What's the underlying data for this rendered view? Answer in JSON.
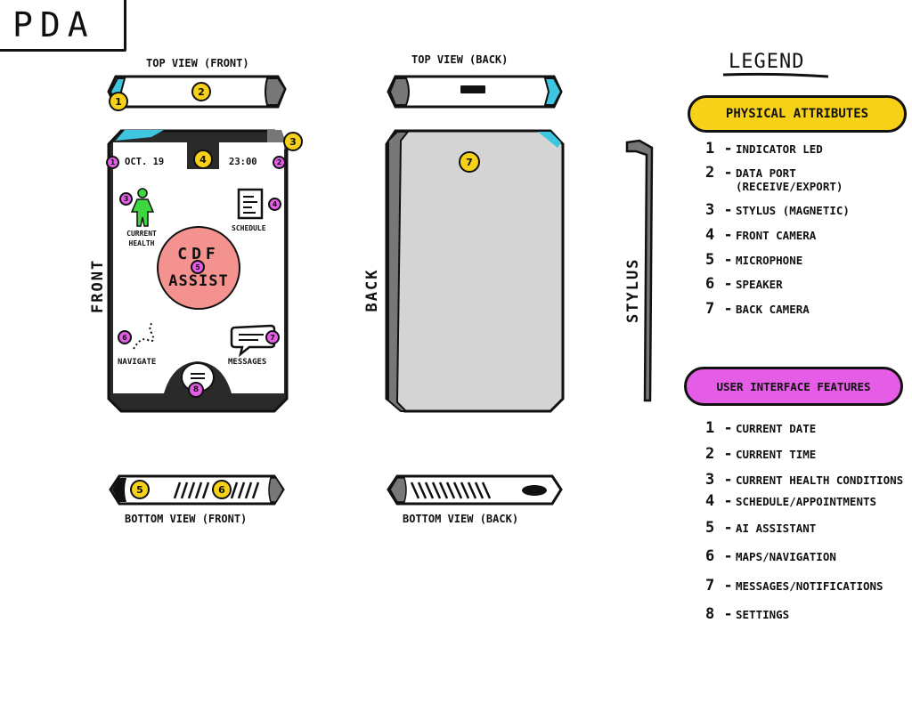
{
  "title": "PDA",
  "views": {
    "top_front": "Top view (front)",
    "top_back": "Top view (back)",
    "bottom_front": "Bottom view (front)",
    "bottom_back": "Bottom view (back)",
    "front": "Front",
    "back": "Back",
    "stylus": "Stylus"
  },
  "screen": {
    "date": "Oct. 19",
    "time": "23:00",
    "health": "Current health",
    "schedule": "Schedule",
    "assist_line1": "CDF",
    "assist_line2": "Assist",
    "navigate": "Navigate",
    "messages": "Messages"
  },
  "badges": {
    "top_front_led": "1",
    "top_front_port": "2",
    "stylus_slot": "3",
    "front_camera": "4",
    "microphone": "5",
    "speaker": "6",
    "back_camera": "7",
    "ui_date": "1",
    "ui_time": "2",
    "ui_health": "3",
    "ui_schedule": "4",
    "ui_assist": "5",
    "ui_navigate": "6",
    "ui_messages": "7",
    "ui_settings": "8"
  },
  "legend": {
    "heading": "Legend",
    "physical": {
      "title": "Physical attributes",
      "color": "#f7d117",
      "items": [
        {
          "num": "1 -",
          "text": "Indicator LED"
        },
        {
          "num": "2 -",
          "text": "Data port (receive/export)"
        },
        {
          "num": "3 -",
          "text": "Stylus (magnetic)"
        },
        {
          "num": "4 -",
          "text": "Front camera"
        },
        {
          "num": "5 -",
          "text": "Microphone"
        },
        {
          "num": "6 -",
          "text": "Speaker"
        },
        {
          "num": "7 -",
          "text": "Back camera"
        }
      ]
    },
    "ui": {
      "title": "User interface features",
      "color": "#e55ce6",
      "items": [
        {
          "num": "1 -",
          "text": "Current date"
        },
        {
          "num": "2 -",
          "text": "Current time"
        },
        {
          "num": "3 -",
          "text": "Current health conditions"
        },
        {
          "num": "4 -",
          "text": "Schedule/appointments"
        },
        {
          "num": "5 -",
          "text": "AI assistant"
        },
        {
          "num": "6 -",
          "text": "Maps/navigation"
        },
        {
          "num": "7 -",
          "text": "Messages/notifications"
        },
        {
          "num": "8 -",
          "text": "Settings"
        }
      ]
    }
  },
  "colors": {
    "accent_cyan": "#3ec6e0",
    "device_dark": "#2a2a2a",
    "back_panel": "#d4d4d4",
    "stylus_grey": "#777777",
    "assist_pink": "#f4928f",
    "health_green": "#3ed63e"
  }
}
